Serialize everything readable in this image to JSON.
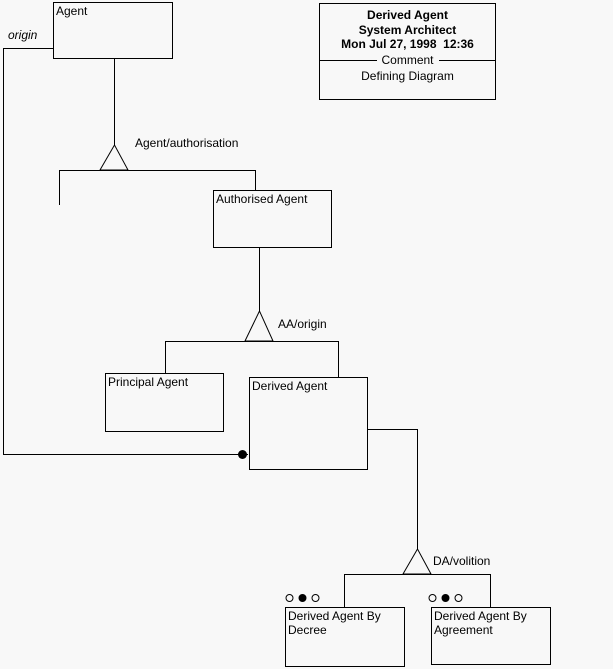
{
  "title_block": {
    "title": "Derived Agent",
    "tool": "System Architect",
    "timestamp": "Mon Jul 27, 1998  12:36",
    "separator": "Comment",
    "comment": "Defining Diagram"
  },
  "nodes": {
    "agent": {
      "label": "Agent"
    },
    "authorised_agent": {
      "label": "Authorised Agent"
    },
    "principal_agent": {
      "label": "Principal Agent"
    },
    "derived_agent": {
      "label": "Derived Agent"
    },
    "derived_agent_by_decree": {
      "label": "Derived Agent By Decree"
    },
    "derived_agent_by_agreement": {
      "label": "Derived Agent By Agreement"
    }
  },
  "edge_labels": {
    "origin": "origin",
    "agent_authorisation": "Agent/authorisation",
    "aa_origin": "AA/origin",
    "da_volition": "DA/volition"
  },
  "colors": {
    "background": "#f8f8f8",
    "line": "#000000",
    "text": "#000000"
  }
}
